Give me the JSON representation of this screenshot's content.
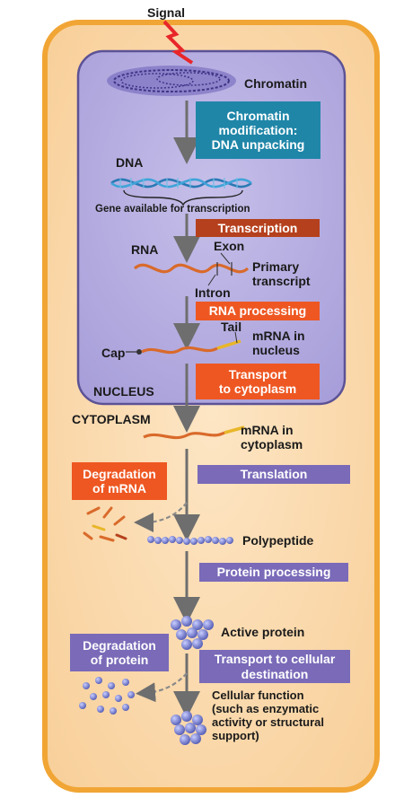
{
  "labels": {
    "signal": "Signal",
    "chromatin": "Chromatin",
    "dna": "DNA",
    "gene_available": "Gene available for transcription",
    "rna": "RNA",
    "exon": "Exon",
    "intron": "Intron",
    "primary_transcript": "Primary\ntranscript",
    "cap": "Cap",
    "tail": "Tail",
    "mrna_nucleus": "mRNA in\nnucleus",
    "nucleus": "NUCLEUS",
    "cytoplasm": "CYTOPLASM",
    "mrna_cytoplasm": "mRNA in\ncytoplasm",
    "polypeptide": "Polypeptide",
    "active_protein": "Active protein",
    "cellular_function": "Cellular function\n(such as enzymatic\nactivity or structural\nsupport)"
  },
  "steps": {
    "chromatin_mod": "Chromatin\nmodification:\nDNA unpacking",
    "transcription": "Transcription",
    "rna_processing": "RNA processing",
    "transport_cyto": "Transport\nto cytoplasm",
    "degradation_mrna": "Degradation\nof mRNA",
    "translation": "Translation",
    "protein_processing": "Protein processing",
    "degradation_protein": "Degradation\nof protein",
    "transport_dest": "Transport to cellular\ndestination"
  },
  "colors": {
    "cell_fill": "#fbdcb0",
    "cell_border": "#f2a93a",
    "nucleus_fill": "#b7aee0",
    "nucleus_border": "#6a5fa8",
    "chromatin_mod_box": "#1f86a8",
    "transcription_box": "#b5401d",
    "rna_processing_box": "#ee5722",
    "translation_box": "#7a6ab8",
    "signal": "#e8262a",
    "protein": "#7d86d4"
  }
}
